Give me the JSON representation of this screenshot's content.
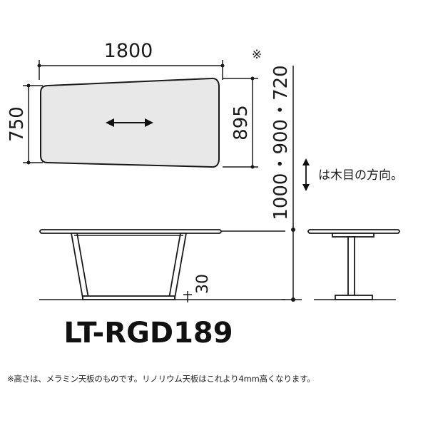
{
  "dimensions": {
    "width": "1800",
    "depth_left": "750",
    "depth_right": "895",
    "height_options": "1000・900・720",
    "height_mark": "※",
    "leg_clearance": "30"
  },
  "grain_label": "は木目の方向。",
  "model_name": "LT-RGD189",
  "footnote": "※高さは、メラミン天板のものです。リノリウム天板はこれより4mm高くなります。"
}
